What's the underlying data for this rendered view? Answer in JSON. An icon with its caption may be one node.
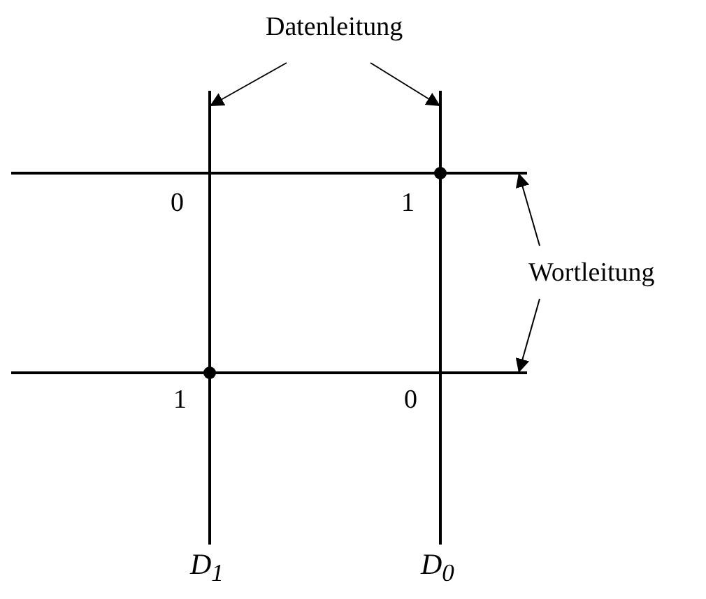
{
  "diagram": {
    "nodes": [
      {
        "text": [
          "Datenleitung"
        ]
      },
      {
        "text": [],
        "shape": "line",
        "beside": [
          "D$_{1}$"
        ]
      },
      {
        "text": [],
        "shape": "line",
        "beside": [
          "D$_{0}$"
        ]
      },
      {
        "text": [
          "Wortleitung"
        ]
      },
      {
        "text": [],
        "shape": "line"
      },
      {
        "text": [],
        "shape": "line"
      }
    ],
    "edges": [
      {
        "from": 0,
        "to": 1,
        "arrow": "to"
      },
      {
        "from": 0,
        "to": 2,
        "arrow": "to"
      },
      {
        "from": 3,
        "to": 4,
        "arrow": "to"
      },
      {
        "from": 3,
        "to": 5,
        "arrow": "to"
      }
    ],
    "labels": [
      "0",
      "1",
      "1",
      "0"
    ]
  }
}
